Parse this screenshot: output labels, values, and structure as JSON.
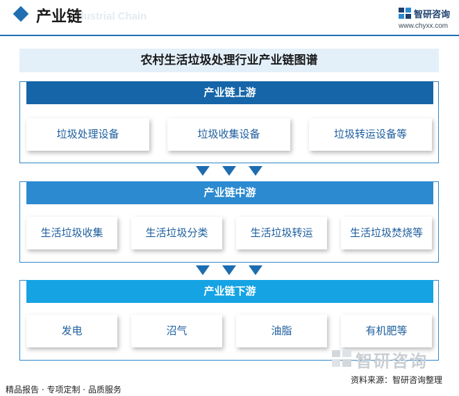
{
  "header": {
    "title": "产业链",
    "subtitle_en": "Industrial Chain",
    "logo_name": "智研咨询",
    "logo_url": "www.chyxx.com"
  },
  "chart_title": "农村生活垃圾处理行业产业链图谱",
  "stages": [
    {
      "label": "产业链上游",
      "items": [
        "垃圾处理设备",
        "垃圾收集设备",
        "垃圾转运设备等"
      ]
    },
    {
      "label": "产业链中游",
      "items": [
        "生活垃圾收集",
        "生活垃圾分类",
        "生活垃圾转运",
        "生活垃圾焚烧等"
      ]
    },
    {
      "label": "产业链下游",
      "items": [
        "发电",
        "沼气",
        "油脂",
        "有机肥等"
      ]
    }
  ],
  "watermark": "智研咨询",
  "footer": {
    "left": "精品报告 · 专项定制 · 品质服务",
    "source": "资料来源：智研咨询整理"
  },
  "colors": {
    "upstream": "#1565a8",
    "midstream": "#2b8ad0",
    "downstream": "#15a3e4",
    "box_text": "#1d5e9e",
    "border": "#2e86c8"
  }
}
